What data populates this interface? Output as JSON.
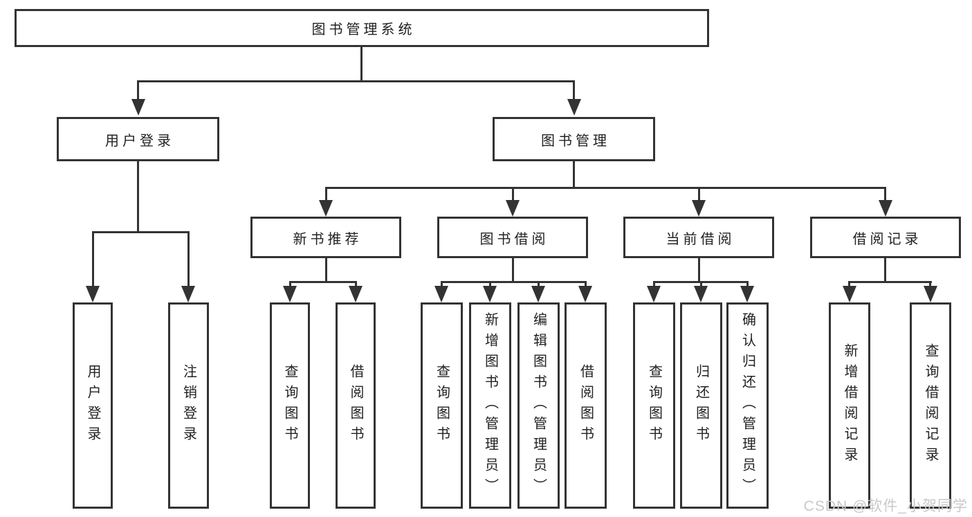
{
  "tree": {
    "label": "图书管理系统",
    "children": [
      {
        "label": "用户登录",
        "children": [
          {
            "label": "用户登录"
          },
          {
            "label": "注销登录"
          }
        ]
      },
      {
        "label": "图书管理",
        "children": [
          {
            "label": "新书推荐",
            "children": [
              {
                "label": "查询图书"
              },
              {
                "label": "借阅图书"
              }
            ]
          },
          {
            "label": "图书借阅",
            "children": [
              {
                "label": "查询图书"
              },
              {
                "label": "新增图书（管理员）"
              },
              {
                "label": "编辑图书（管理员）"
              },
              {
                "label": "借阅图书"
              }
            ]
          },
          {
            "label": "当前借阅",
            "children": [
              {
                "label": "查询图书"
              },
              {
                "label": "归还图书"
              },
              {
                "label": "确认归还（管理员）"
              }
            ]
          },
          {
            "label": "借阅记录",
            "children": [
              {
                "label": "新增借阅记录"
              },
              {
                "label": "查询借阅记录"
              }
            ]
          }
        ]
      }
    ]
  },
  "watermark": "CSDN @软件_小贺同学",
  "colors": {
    "line": "#333333",
    "text": "#222222",
    "watermark": "#c9c9c9",
    "background": "#ffffff"
  }
}
